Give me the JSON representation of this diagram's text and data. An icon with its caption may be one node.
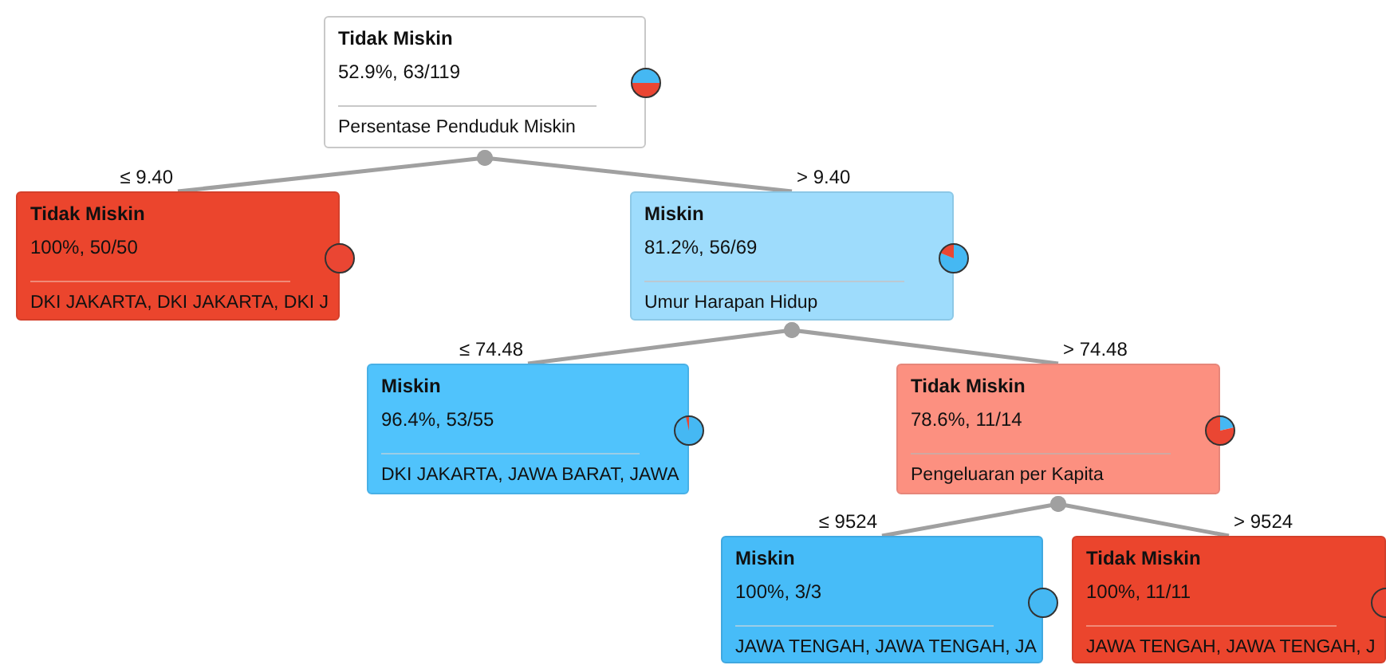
{
  "diagram": {
    "nodes": [
      {
        "text": [
          "Tidak Miskin",
          "52.9%, 63/119",
          "Persentase Penduduk Miskin"
        ]
      },
      {
        "text": [
          "Tidak Miskin",
          "100%, 50/50",
          "DKI JAKARTA, DKI JAKARTA, DKI J"
        ]
      },
      {
        "text": [
          "Miskin",
          "81.2%, 56/69",
          "Umur Harapan Hidup"
        ]
      },
      {
        "text": [
          "Miskin",
          "96.4%, 53/55",
          "DKI JAKARTA, JAWA BARAT, JAWA"
        ]
      },
      {
        "text": [
          "Tidak Miskin",
          "78.6%, 11/14",
          "Pengeluaran per Kapita"
        ]
      },
      {
        "text": [
          "Miskin",
          "100%, 3/3",
          "JAWA TENGAH, JAWA TENGAH, JA"
        ]
      },
      {
        "text": [
          "Tidak Miskin",
          "100%, 11/11",
          "JAWA TENGAH, JAWA TENGAH, J"
        ]
      }
    ],
    "edges": [
      {
        "from": 0,
        "to": 1,
        "arrow": "other",
        "label": "≤ 9.40"
      },
      {
        "from": 0,
        "to": 2,
        "arrow": "other",
        "label": "> 9.40"
      },
      {
        "from": 2,
        "to": 3,
        "arrow": "other",
        "label": "≤ 74.48"
      },
      {
        "from": 2,
        "to": 4,
        "arrow": "other",
        "label": "> 74.48"
      },
      {
        "from": 4,
        "to": 5,
        "arrow": "other",
        "label": "≤ 9524"
      },
      {
        "from": 4,
        "to": 6,
        "arrow": "other",
        "label": "> 9524"
      }
    ]
  }
}
